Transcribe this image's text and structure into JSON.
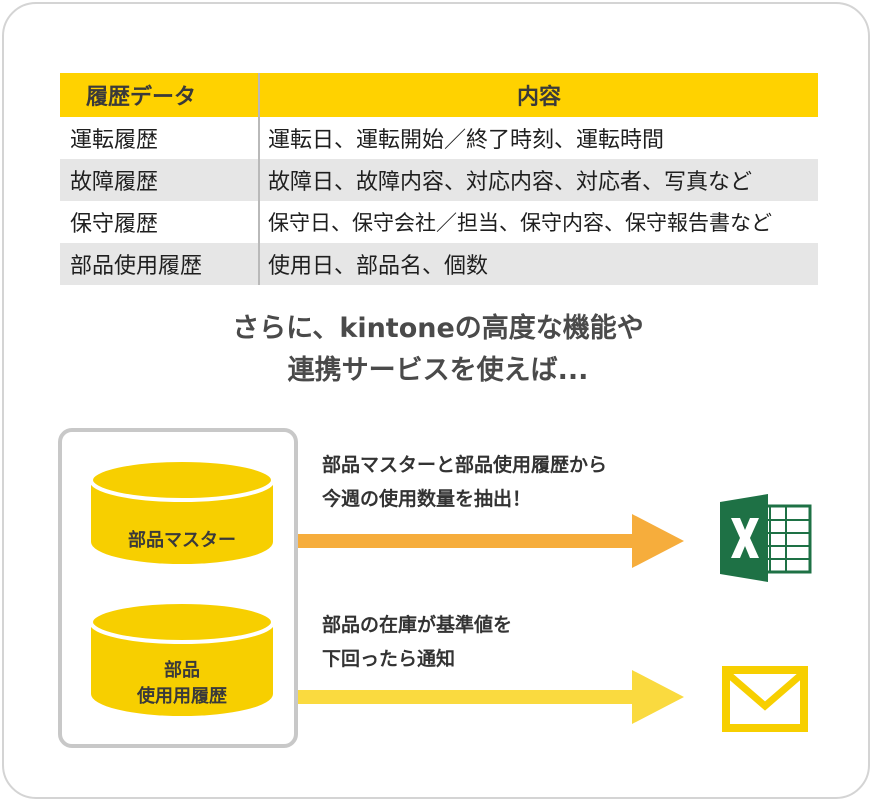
{
  "table": {
    "headers": [
      "履歴データ",
      "内容"
    ],
    "rows": [
      [
        "運転履歴",
        "運転日、運転開始／終了時刻、運転時間"
      ],
      [
        "故障履歴",
        "故障日、故障内容、対応内容、対応者、写真など"
      ],
      [
        "保守履歴",
        "保守日、保守会社／担当、保守内容、保守報告書など"
      ],
      [
        "部品使用履歴",
        "使用日、部品名、個数"
      ]
    ]
  },
  "heading": {
    "line1": "さらに、kintoneの高度な機能や",
    "line2": "連携サービスを使えば..."
  },
  "databases": {
    "db1_label": "部品マスター",
    "db2_line1": "部品",
    "db2_line2": "使用用履歴"
  },
  "flows": {
    "flow1_line1": "部品マスターと部品使用履歴から",
    "flow1_line2": "今週の使用数量を抽出！",
    "flow1_target_icon": "excel-icon",
    "flow2_line1": "部品の在庫が基準値を",
    "flow2_line2": "下回ったら通知",
    "flow2_target_icon": "mail-icon"
  },
  "colors": {
    "accent": "#ffd200",
    "cylinder": "#f7cf00",
    "arrow1": "#f6ad3c",
    "arrow2": "#fada3f",
    "excel_green": "#1e7145",
    "mail_yellow": "#f7cf00"
  }
}
